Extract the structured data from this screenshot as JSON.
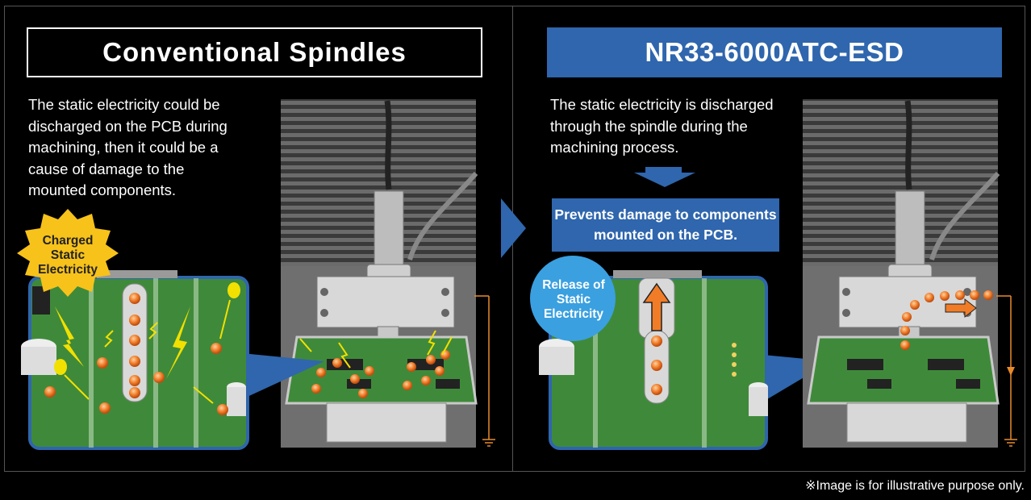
{
  "left_panel": {
    "title": "Conventional Spindles",
    "description": "The static electricity could be\ndischarged on the PCB during\nmachining, then it could be a\ncause of damage to the\nmounted components.",
    "badge": "Charged\nStatic\nElectricity"
  },
  "right_panel": {
    "title": "NR33-6000ATC-ESD",
    "description": "The static electricity is discharged\nthrough the spindle during the\nmachining process.",
    "result": "Prevents damage to components\nmounted on the PCB.",
    "badge": "Release of\nStatic\nElectricity"
  },
  "disclaimer": "※Image is for illustrative purpose only.",
  "colors": {
    "accent_blue": "#2f66ad",
    "pcb_green": "#3f8a3a",
    "spark_orange": "#f07c28",
    "spark_yellow": "#f2e000",
    "badge_light_blue": "#3aa0e0"
  }
}
